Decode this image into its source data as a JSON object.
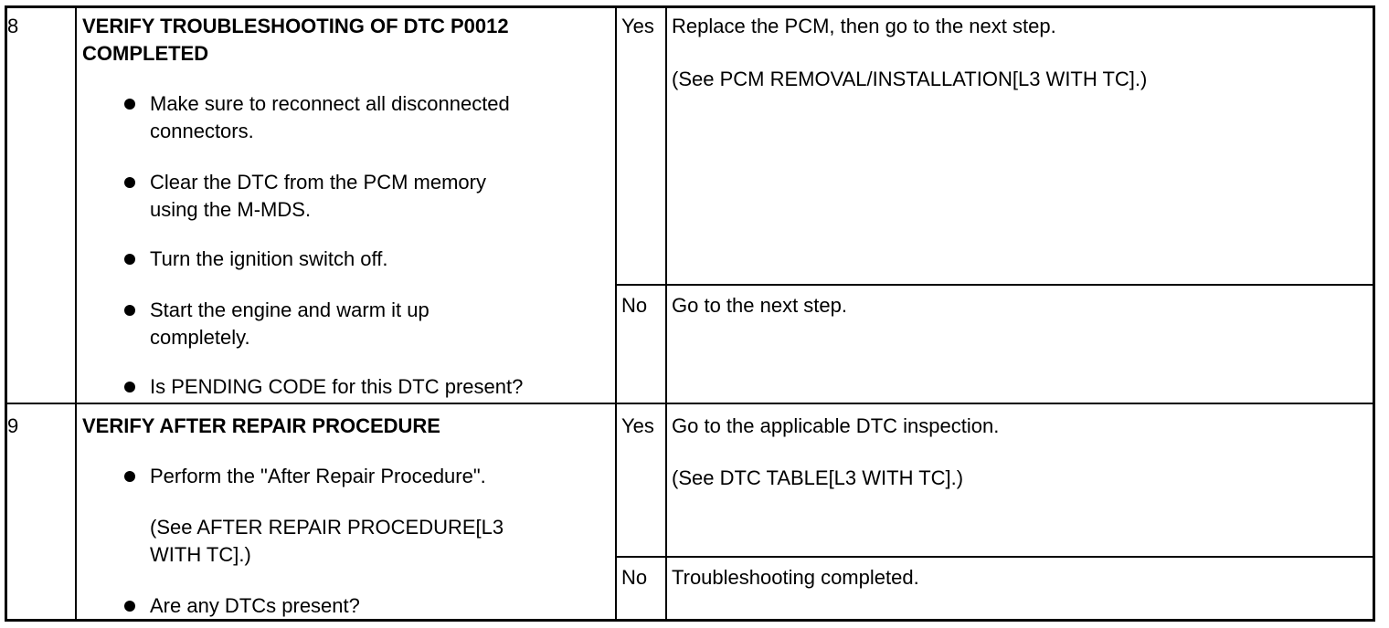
{
  "rows": [
    {
      "step": "8",
      "title_line1": "VERIFY TROUBLESHOOTING OF DTC P0012",
      "title_line2": "COMPLETED",
      "bullets": [
        {
          "line1": "Make sure to reconnect all disconnected",
          "line2": "connectors."
        },
        {
          "line1": "Clear the DTC from the PCM memory",
          "line2": "using the M-MDS."
        },
        {
          "line1": "Turn the ignition switch off.",
          "line2": ""
        },
        {
          "line1": "Start the engine and warm it up",
          "line2": "completely."
        },
        {
          "line1": "Is PENDING CODE for this DTC present?",
          "line2": ""
        }
      ],
      "yes_label": "Yes",
      "yes_action": "Replace the PCM, then go to the next step.",
      "yes_ref": "(See PCM REMOVAL/INSTALLATION[L3 WITH TC].)",
      "no_label": "No",
      "no_action": "Go to the next step."
    },
    {
      "step": "9",
      "title_line1": "VERIFY AFTER REPAIR PROCEDURE",
      "bullets": [
        {
          "line1": "Perform the \"After Repair Procedure\".",
          "ref1": "(See AFTER REPAIR PROCEDURE[L3",
          "ref2": "WITH TC].)"
        },
        {
          "line1": "Are any DTCs present?"
        }
      ],
      "yes_label": "Yes",
      "yes_action": "Go to the applicable DTC inspection.",
      "yes_ref": "(See DTC TABLE[L3 WITH TC].)",
      "no_label": "No",
      "no_action": "Troubleshooting completed."
    }
  ]
}
